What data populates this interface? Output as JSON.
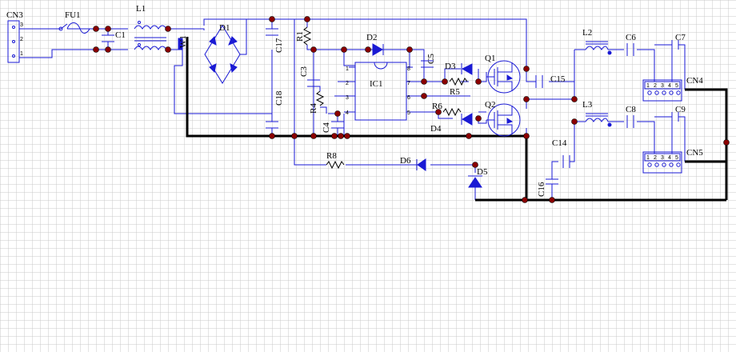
{
  "labels": {
    "cn3": "CN3",
    "fu1": "FU1",
    "c1": "C1",
    "l1": "L1",
    "w1": "W1",
    "d1": "D1",
    "c17": "C17",
    "r1": "R1",
    "c18": "C18",
    "c3": "C3",
    "r4": "R4",
    "c4": "C4",
    "d2": "D2",
    "c5": "C5",
    "ic1": "IC1",
    "d3": "D3",
    "r5": "R5",
    "q1": "Q1",
    "r6": "R6",
    "q2": "Q2",
    "d4": "D4",
    "c15": "C15",
    "r8": "R8",
    "d6": "D6",
    "d5": "D5",
    "c14": "C14",
    "c16": "C16",
    "l2": "L2",
    "c6": "C6",
    "c7": "C7",
    "cn4": "CN4",
    "l3": "L3",
    "c8": "C8",
    "c9": "C9",
    "cn5": "CN5"
  },
  "pins": {
    "cn3": [
      "3",
      "2",
      "1"
    ],
    "ic1_left": [
      "1",
      "2",
      "3",
      "4"
    ],
    "ic1_right": [
      "8",
      "7",
      "6",
      "5"
    ],
    "cn4": [
      "1",
      "2",
      "3",
      "4",
      "5"
    ],
    "cn5": [
      "1",
      "2",
      "3",
      "4",
      "5"
    ]
  }
}
